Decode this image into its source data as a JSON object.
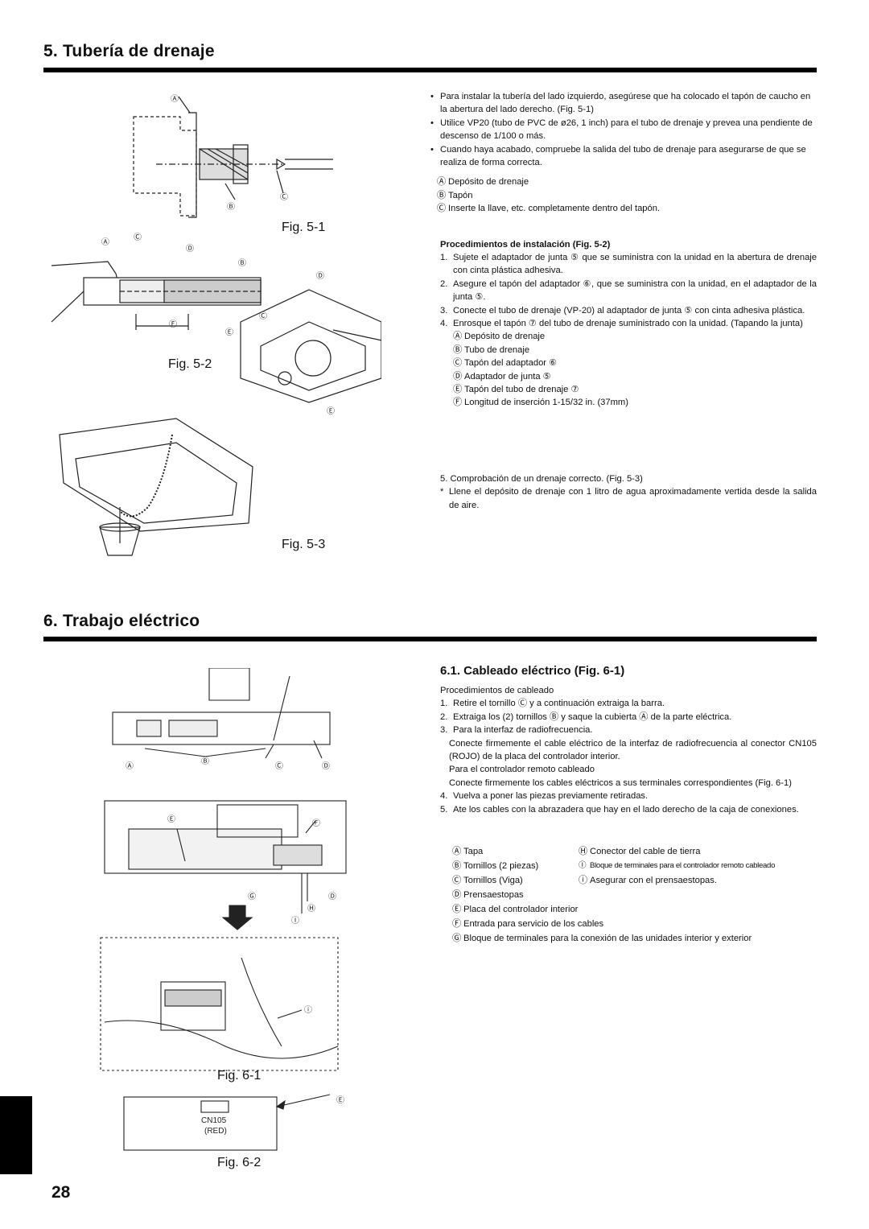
{
  "section5": {
    "title": "5. Tubería de drenaje",
    "figs": [
      "Fig. 5-1",
      "Fig. 5-2",
      "Fig. 5-3"
    ],
    "bullets": [
      "Para instalar la tubería del lado izquierdo, asegúrese que ha colocado el tapón de caucho en la abertura del lado derecho. (Fig. 5-1)",
      "Utilice VP20 (tubo de PVC de ø26, 1 inch) para el tubo de drenaje y prevea una pendiente de descenso de 1/100 o más.",
      "Cuando haya acabado, compruebe la salida del tubo de drenaje para asegurarse de que se realiza de forma correcta."
    ],
    "legend1": [
      {
        "m": "Ⓐ",
        "t": "Depósito de drenaje"
      },
      {
        "m": "Ⓑ",
        "t": "Tapón"
      },
      {
        "m": "Ⓒ",
        "t": "Inserte la llave, etc. completamente dentro del tapón."
      }
    ],
    "proc_title": "Procedimientos de instalación (Fig. 5-2)",
    "steps": [
      {
        "m": "1.",
        "t": "Sujete el adaptador de junta ⑤ que se suministra con la unidad en la abertura de drenaje con cinta plástica adhesiva."
      },
      {
        "m": "2.",
        "t": "Asegure el tapón del adaptador ⑥, que se suministra con la unidad, en el adaptador de la junta ⑤."
      },
      {
        "m": "3.",
        "t": "Conecte el tubo de drenaje (VP-20) al adaptador de junta ⑤ con cinta adhesiva plástica."
      },
      {
        "m": "4.",
        "t": "Enrosque el tapón ⑦ del tubo de drenaje suministrado con la unidad. (Tapando la junta)"
      }
    ],
    "legend2": [
      {
        "m": "Ⓐ",
        "t": "Depósito de drenaje"
      },
      {
        "m": "Ⓑ",
        "t": "Tubo de drenaje"
      },
      {
        "m": "Ⓒ",
        "t": "Tapón del adaptador ⑥"
      },
      {
        "m": "Ⓓ",
        "t": "Adaptador de junta ⑤"
      },
      {
        "m": "Ⓔ",
        "t": "Tapón del tubo de drenaje ⑦"
      },
      {
        "m": "Ⓕ",
        "t": "Longitud de inserción 1-15/32 in. (37mm)"
      }
    ],
    "check_title": "5. Comprobación de un drenaje correcto. (Fig. 5-3)",
    "check_note": "Llene el depósito de drenaje con 1 litro de agua aproximadamente vertida desde la salida de aire."
  },
  "section6": {
    "title": "6. Trabajo eléctrico",
    "sub_title": "6.1. Cableado eléctrico (Fig. 6-1)",
    "figs": [
      "Fig. 6-1",
      "Fig. 6-2"
    ],
    "proc": "Procedimientos de cableado",
    "steps": [
      {
        "m": "1.",
        "t": "Retire el tornillo Ⓒ y a continuación extraiga la barra."
      },
      {
        "m": "2.",
        "t": "Extraiga los (2) tornillos Ⓑ y saque la cubierta Ⓐ de la parte eléctrica."
      },
      {
        "m": "3.",
        "t": "Para la interfaz de radiofrecuencia."
      }
    ],
    "rf_text": "Conecte firmemente el cable eléctrico de la interfaz de radiofrecuencia al conector CN105 (ROJO) de la placa del controlador interior.",
    "remote_title": "Para el controlador remoto cableado",
    "remote_text": "Conecte firmemente los cables eléctricos a sus terminales correspondientes (Fig. 6-1)",
    "steps2": [
      {
        "m": "4.",
        "t": "Vuelva a poner las piezas previamente retiradas."
      },
      {
        "m": "5.",
        "t": "Ate los cables con la abrazadera que hay en el lado derecho de la caja de conexiones."
      }
    ],
    "legend_left": [
      {
        "m": "Ⓐ",
        "t": "Tapa"
      },
      {
        "m": "Ⓑ",
        "t": "Tornillos (2 piezas)"
      },
      {
        "m": "Ⓒ",
        "t": "Tornillos (Viga)"
      },
      {
        "m": "Ⓓ",
        "t": "Prensaestopas"
      },
      {
        "m": "Ⓔ",
        "t": "Placa del controlador interior"
      },
      {
        "m": "Ⓕ",
        "t": "Entrada para servicio de los cables"
      },
      {
        "m": "Ⓖ",
        "t": "Bloque de terminales para la conexión de las unidades interior y exterior"
      }
    ],
    "legend_right": [
      {
        "m": "Ⓗ",
        "t": "Conector del cable de tierra"
      },
      {
        "m": "Ⓘ",
        "t": "Bloque de terminales para el controlador remoto cableado"
      },
      {
        "m": "ⓘ",
        "t": "Asegurar con el prensaestopas."
      }
    ],
    "cn105": "CN105",
    "red": "(RED)"
  },
  "page_number": "28"
}
